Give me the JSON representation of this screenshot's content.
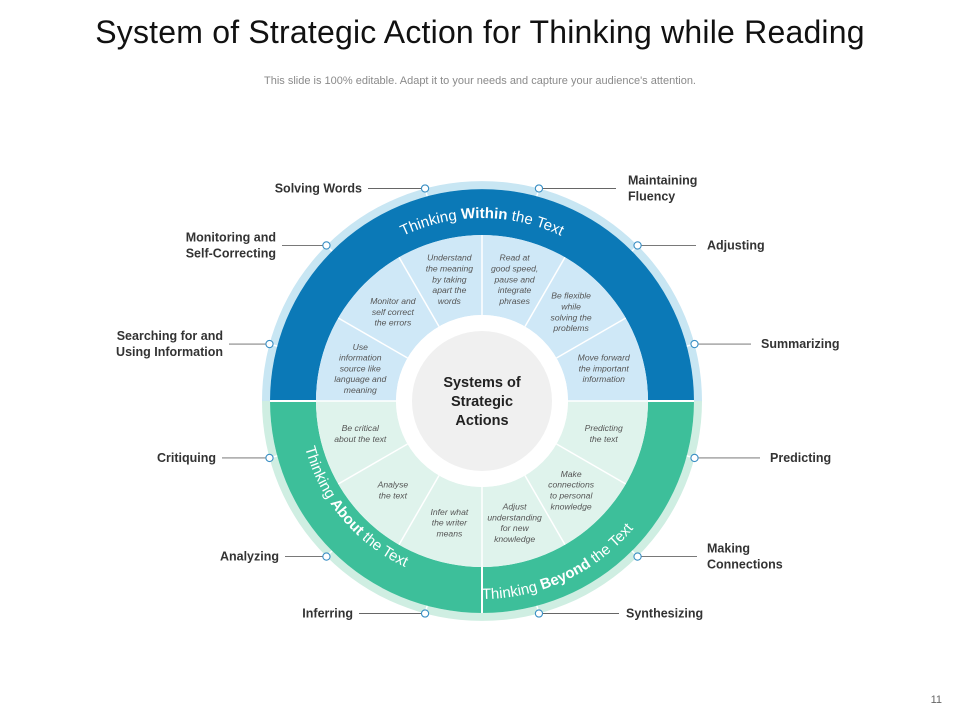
{
  "title": "System of Strategic Action for Thinking while Reading",
  "subtitle": "This slide is 100% editable. Adapt it to your needs and capture your audience's attention.",
  "page_number": "11",
  "center_label": [
    "Systems of",
    "Strategic",
    "Actions"
  ],
  "colors": {
    "within": "#0b79b7",
    "within_light": "#cfe8f7",
    "beyond_about": "#3dbf9a",
    "beyond_about_light": "#dff3ec",
    "outer_ring": "#c8e6f3",
    "outer_ring_green": "#cfeee2",
    "center": "#f0f0f0"
  },
  "bands": {
    "within": {
      "pre": "Thinking ",
      "bold": "Within",
      "post": " the Text"
    },
    "about": {
      "pre": "Thinking ",
      "bold": "About",
      "post": " the Text"
    },
    "beyond": {
      "pre": "Thinking ",
      "bold": "Beyond",
      "post": " the Text"
    }
  },
  "inner_segments": [
    [
      "Use",
      "information",
      "source like",
      "language and",
      "meaning"
    ],
    [
      "Monitor and",
      "self correct",
      "the errors"
    ],
    [
      "Understand",
      "the meaning",
      "by taking",
      "apart the",
      "words"
    ],
    [
      "Read at",
      "good speed,",
      "pause and",
      "integrate",
      "phrases"
    ],
    [
      "Be flexible",
      "while",
      "solving the",
      "problems"
    ],
    [
      "Move forward",
      "the important",
      "information"
    ],
    [
      "Predicting",
      "the text"
    ],
    [
      "Make",
      "connections",
      "to personal",
      "knowledge"
    ],
    [
      "Adjust",
      "understanding",
      "for new",
      "knowledge"
    ],
    [
      "Infer what",
      "the writer",
      "means"
    ],
    [
      "Analyse",
      "the text"
    ],
    [
      "Be critical",
      "about the text"
    ]
  ],
  "callouts": [
    {
      "lines": [
        "Solving Words"
      ],
      "side": "left"
    },
    {
      "lines": [
        "Monitoring and",
        "Self-Correcting"
      ],
      "side": "left"
    },
    {
      "lines": [
        "Searching for and",
        "Using Information"
      ],
      "side": "left"
    },
    {
      "lines": [
        "Critiquing"
      ],
      "side": "left"
    },
    {
      "lines": [
        "Analyzing"
      ],
      "side": "left"
    },
    {
      "lines": [
        "Inferring"
      ],
      "side": "left"
    },
    {
      "lines": [
        "Maintaining",
        "Fluency"
      ],
      "side": "right"
    },
    {
      "lines": [
        "Adjusting"
      ],
      "side": "right"
    },
    {
      "lines": [
        "Summarizing"
      ],
      "side": "right"
    },
    {
      "lines": [
        "Predicting"
      ],
      "side": "right"
    },
    {
      "lines": [
        "Making",
        "Connections"
      ],
      "side": "right"
    },
    {
      "lines": [
        "Synthesizing"
      ],
      "side": "right"
    }
  ]
}
